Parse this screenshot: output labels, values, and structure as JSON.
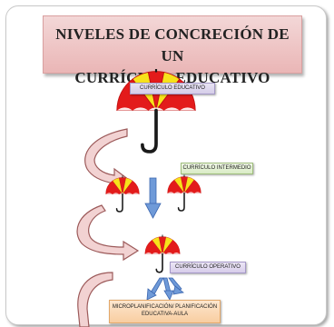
{
  "title": {
    "line1": "NIVELES DE CONCRECIÓN DE UN",
    "line2": "CURRÍCULO EDUCATIVO"
  },
  "levels": [
    {
      "label": "CURRÍCULO EDUCATIVO"
    },
    {
      "label": "CURRÍCULO INTERMEDIO"
    },
    {
      "label": "CURRÍCULO OPERATIVO"
    },
    {
      "label_line1": "MICROPLANIFICACIÓN/ PLANIFICACIÓN",
      "label_line2": "EDUCATIVA-AULA"
    }
  ],
  "colors": {
    "umbrella_red": "#e31b1b",
    "umbrella_yellow": "#f7e21b",
    "handle": "#1a1a1a",
    "down_arrow_blue": "#6f9ad8",
    "curved_arrow_fill": "#f2d2d2",
    "curved_arrow_stroke": "#9c5a5a",
    "title_box": "#efc5c5"
  },
  "icons": [
    "umbrella-icon",
    "down-arrow-icon",
    "curved-arrow-icon"
  ]
}
